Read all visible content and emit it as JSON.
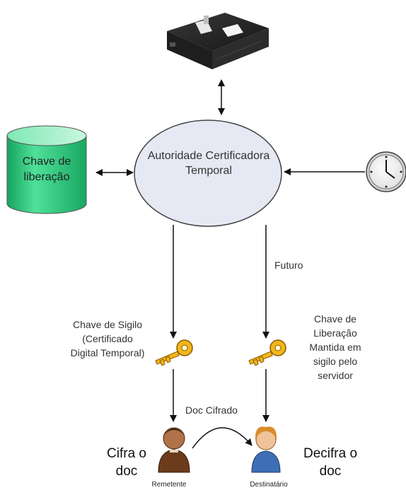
{
  "nodes": {
    "ca": "Autoridade Certificadora Temporal",
    "database": "Chave de liberação"
  },
  "edges": {
    "futuro": "Futuro",
    "doc_cifrado": "Doc Cifrado"
  },
  "keys": {
    "sigilo": "Chave de Sigilo (Certificado Digital Temporal)",
    "liberacao": "Chave de Liberação Mantida em sigilo pelo servidor"
  },
  "actors": {
    "sender_action": "Cifra o doc",
    "receiver_action": "Decifra o doc",
    "sender": "Remetente",
    "receiver": "Destinatário"
  },
  "colors": {
    "database_fill": "#2fc27a",
    "ellipse_fill": "#e6e8f3",
    "key_gold": "#f2b619",
    "server_dark": "#262626"
  }
}
